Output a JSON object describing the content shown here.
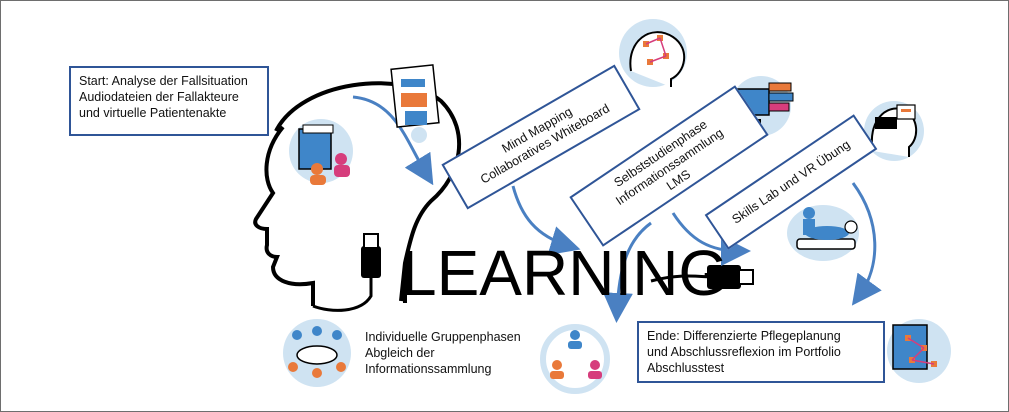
{
  "colors": {
    "accent": "#2f5597",
    "arrow": "#4a80c2",
    "icon_blue": "#3f86c9",
    "icon_orange": "#e9793a",
    "icon_pink": "#d63d7c",
    "icon_light": "#cfe3f2",
    "outline": "#000000"
  },
  "centre_word": "LEARNING",
  "boxes": {
    "start": [
      "Start: Analyse der Fallsituation",
      "Audiodateien der Fallakteure",
      "und virtuelle Patientenakte"
    ],
    "mind_mapping": [
      "Mind Mapping",
      "Collaboratives Whiteboard"
    ],
    "self_study": [
      "Selbststudienphase",
      "Informationssammlung",
      "LMS"
    ],
    "skills_lab": [
      "Skills Lab und VR Übung"
    ],
    "group_phases": [
      "Individuelle Gruppenphasen",
      "Abgleich der",
      "Informationssammlung"
    ],
    "end": [
      "Ende: Differenzierte Pflegeplanung",
      "und Abschlussreflexion im Portfolio",
      "Abschlusstest"
    ]
  },
  "icons": [
    "file-folder-icon",
    "document-printer-icon",
    "mind-map-head-icon",
    "books-monitor-icon",
    "vr-headset-head-icon",
    "patient-bed-icon",
    "group-meeting-icon",
    "team-cycle-icon",
    "portfolio-map-icon",
    "usb-plug-icon"
  ]
}
